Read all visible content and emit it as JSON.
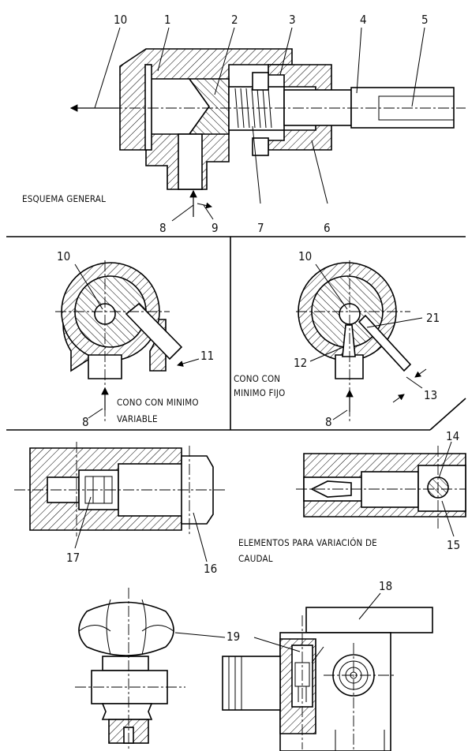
{
  "callouts": {
    "general": [
      "1",
      "2",
      "3",
      "4",
      "5",
      "6",
      "7",
      "8",
      "9",
      "10"
    ],
    "variable": [
      "10",
      "11",
      "8"
    ],
    "fixed": [
      "10",
      "21",
      "12",
      "13",
      "8"
    ],
    "flow": [
      "14",
      "15",
      "16",
      "17"
    ],
    "bottom": [
      "18",
      "19"
    ]
  },
  "captions": {
    "general": "ESQUEMA GENERAL",
    "variable": [
      "CONO CON MINIMO",
      "VARIABLE"
    ],
    "fixed": [
      "CONO CON",
      "MINIMO FIJO"
    ],
    "flow": [
      "ELEMENTOS PARA VARIACIÓN DE",
      "CAUDAL"
    ]
  }
}
